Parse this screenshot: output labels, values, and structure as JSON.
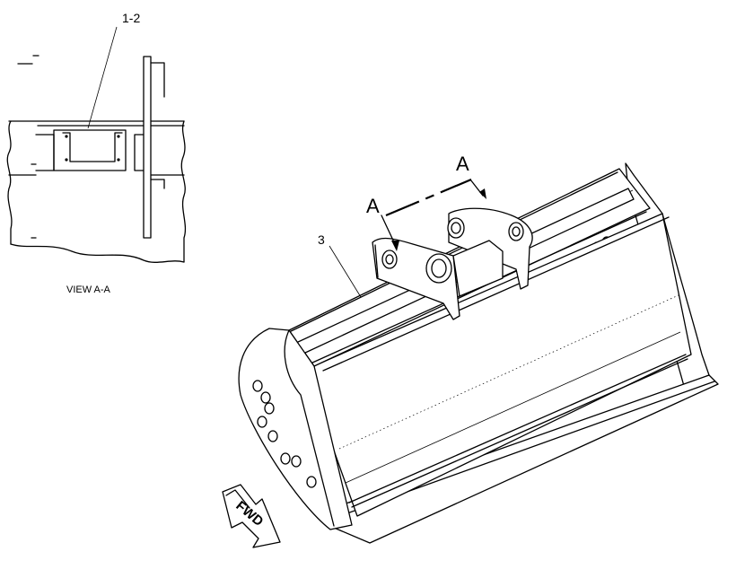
{
  "labels": {
    "callout_1_2": "1-2",
    "callout_3": "3",
    "section_left": "A",
    "section_right": "A",
    "view_caption": "VIEW A-A",
    "fwd": "FWD"
  }
}
